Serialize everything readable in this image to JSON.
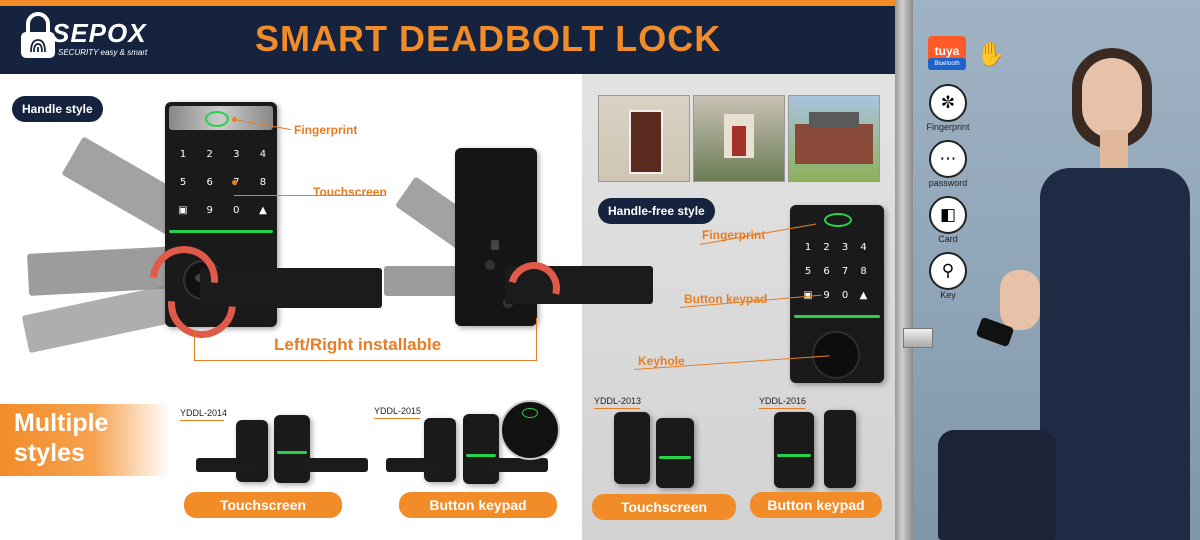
{
  "brand": {
    "name": "SEPOX",
    "tagline": "SECURITY easy & smart"
  },
  "title": "SMART DEADBOLT  LOCK",
  "handle_section": {
    "label": "Handle style",
    "callouts": {
      "fingerprint": "Fingerprint",
      "touchscreen": "Touchscreen"
    },
    "installable": "Left/Right installable",
    "keypad_keys": [
      "1",
      "2",
      "3",
      "4",
      "5",
      "6",
      "7",
      "8",
      "9",
      "0"
    ]
  },
  "handle_free_section": {
    "label": "Handle-free style",
    "callouts": {
      "fingerprint": "Fingerprint",
      "keypad": "Button keypad",
      "keyhole": "Keyhole"
    }
  },
  "features": [
    {
      "icon": "fingerprint-icon",
      "label": "Fingerprint"
    },
    {
      "icon": "keypad-icon",
      "label": "password"
    },
    {
      "icon": "card-icon",
      "label": "Card"
    },
    {
      "icon": "key-icon",
      "label": "Key"
    }
  ],
  "badges": {
    "tuya": "tuya",
    "bluetooth": "Bluetooth"
  },
  "multiple": {
    "line1": "Multiple",
    "line2": "styles"
  },
  "models": [
    {
      "model": "YDDL-2014",
      "type": "Touchscreen"
    },
    {
      "model": "YDDL-2015",
      "type": "Button keypad"
    },
    {
      "model": "YDDL-2013",
      "type": "Touchscreen"
    },
    {
      "model": "YDDL-2016",
      "type": "Button keypad"
    }
  ],
  "colors": {
    "navy": "#16233f",
    "orange": "#f28c28",
    "green": "#28d14a",
    "red_arrow": "#e05a4a"
  }
}
